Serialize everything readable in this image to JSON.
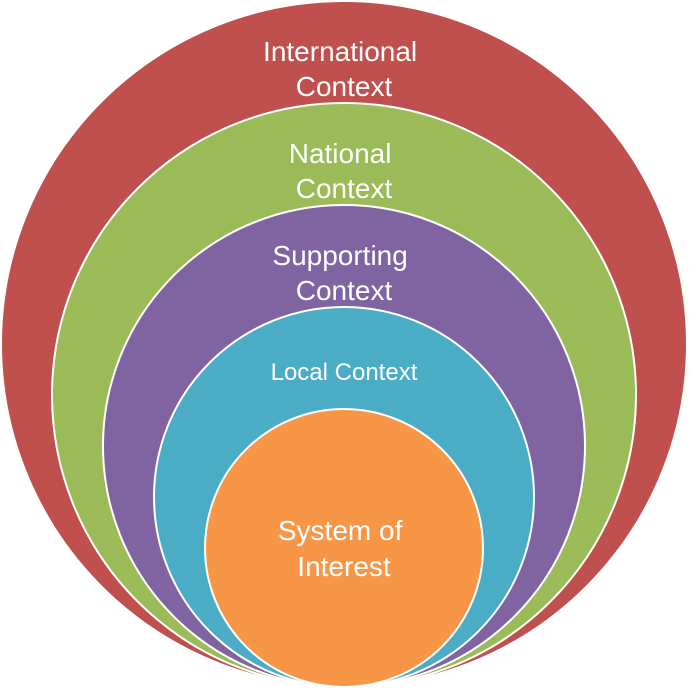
{
  "layers": [
    {
      "id": "international",
      "lines": [
        "International",
        "Context"
      ],
      "color": "#C0504D"
    },
    {
      "id": "national",
      "lines": [
        "National",
        "Context"
      ],
      "color": "#9BBB59"
    },
    {
      "id": "supporting",
      "lines": [
        "Supporting",
        "Context"
      ],
      "color": "#8064A2"
    },
    {
      "id": "local",
      "lines": [
        "Local Context"
      ],
      "color": "#4BACC6"
    },
    {
      "id": "system",
      "lines": [
        "System of",
        "Interest"
      ],
      "color": "#F79646"
    }
  ]
}
